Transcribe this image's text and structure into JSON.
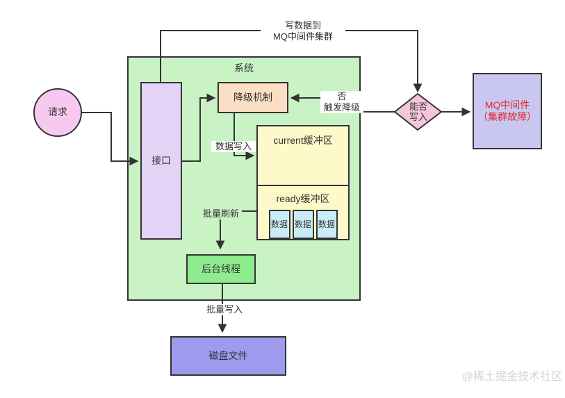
{
  "diagram": {
    "system_title": "系统",
    "nodes": {
      "request": {
        "label": "请求"
      },
      "interface": {
        "label": "接口"
      },
      "degrade": {
        "label": "降级机制"
      },
      "current_buffer": {
        "label": "current缓冲区"
      },
      "ready_buffer": {
        "label": "ready缓冲区"
      },
      "data_items": [
        "数据",
        "数据",
        "数据"
      ],
      "background_thread": {
        "label": "后台线程"
      },
      "disk_file": {
        "label": "磁盘文件"
      },
      "decision": {
        "line1": "能否",
        "line2": "写入"
      },
      "mq_middleware": {
        "line1": "MQ中间件",
        "line2": "（集群故障）"
      }
    },
    "edge_labels": {
      "write_to_mq": {
        "line1": "写数据到",
        "line2": "MQ中间件集群"
      },
      "no_trigger": {
        "line1": "否",
        "line2": "触发降级"
      },
      "data_write": "数据写入",
      "batch_flush": "批量刷新",
      "batch_write": "批量写入"
    },
    "watermark": "@稀土掘金技术社区",
    "colors": {
      "system_fill": "#c9f2c5",
      "request_fill": "#f8c9f0",
      "interface_fill": "#e3d3f6",
      "degrade_fill": "#fbdfc5",
      "buffer_fill": "#fdf9c9",
      "data_fill": "#c9edf8",
      "thread_fill": "#8dec8e",
      "disk_fill": "#9e9bef",
      "mq_fill": "#c9c7f1",
      "mq_text": "#e02b2b",
      "decision_fill": "#f5c5da",
      "line": "#333333",
      "watermark_text": "#d4d4d4"
    }
  }
}
